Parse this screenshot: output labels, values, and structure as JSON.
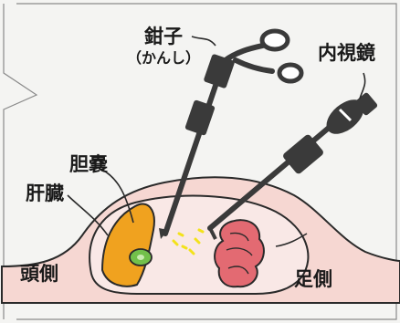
{
  "labels": {
    "forceps": "鉗子",
    "forceps_reading": "（かんし）",
    "endoscope": "内視鏡",
    "gallbladder": "胆嚢",
    "liver": "肝臓",
    "head_side": "頭側",
    "foot_side": "足側"
  },
  "colors": {
    "skin": "#f6d7d2",
    "cavity": "#f9e8e6",
    "liver": "#f0a21f",
    "gallbladder": "#72c04a",
    "intestine": "#e36a72",
    "instrument": "#3a3a3a",
    "spark": "#f3e21a"
  }
}
